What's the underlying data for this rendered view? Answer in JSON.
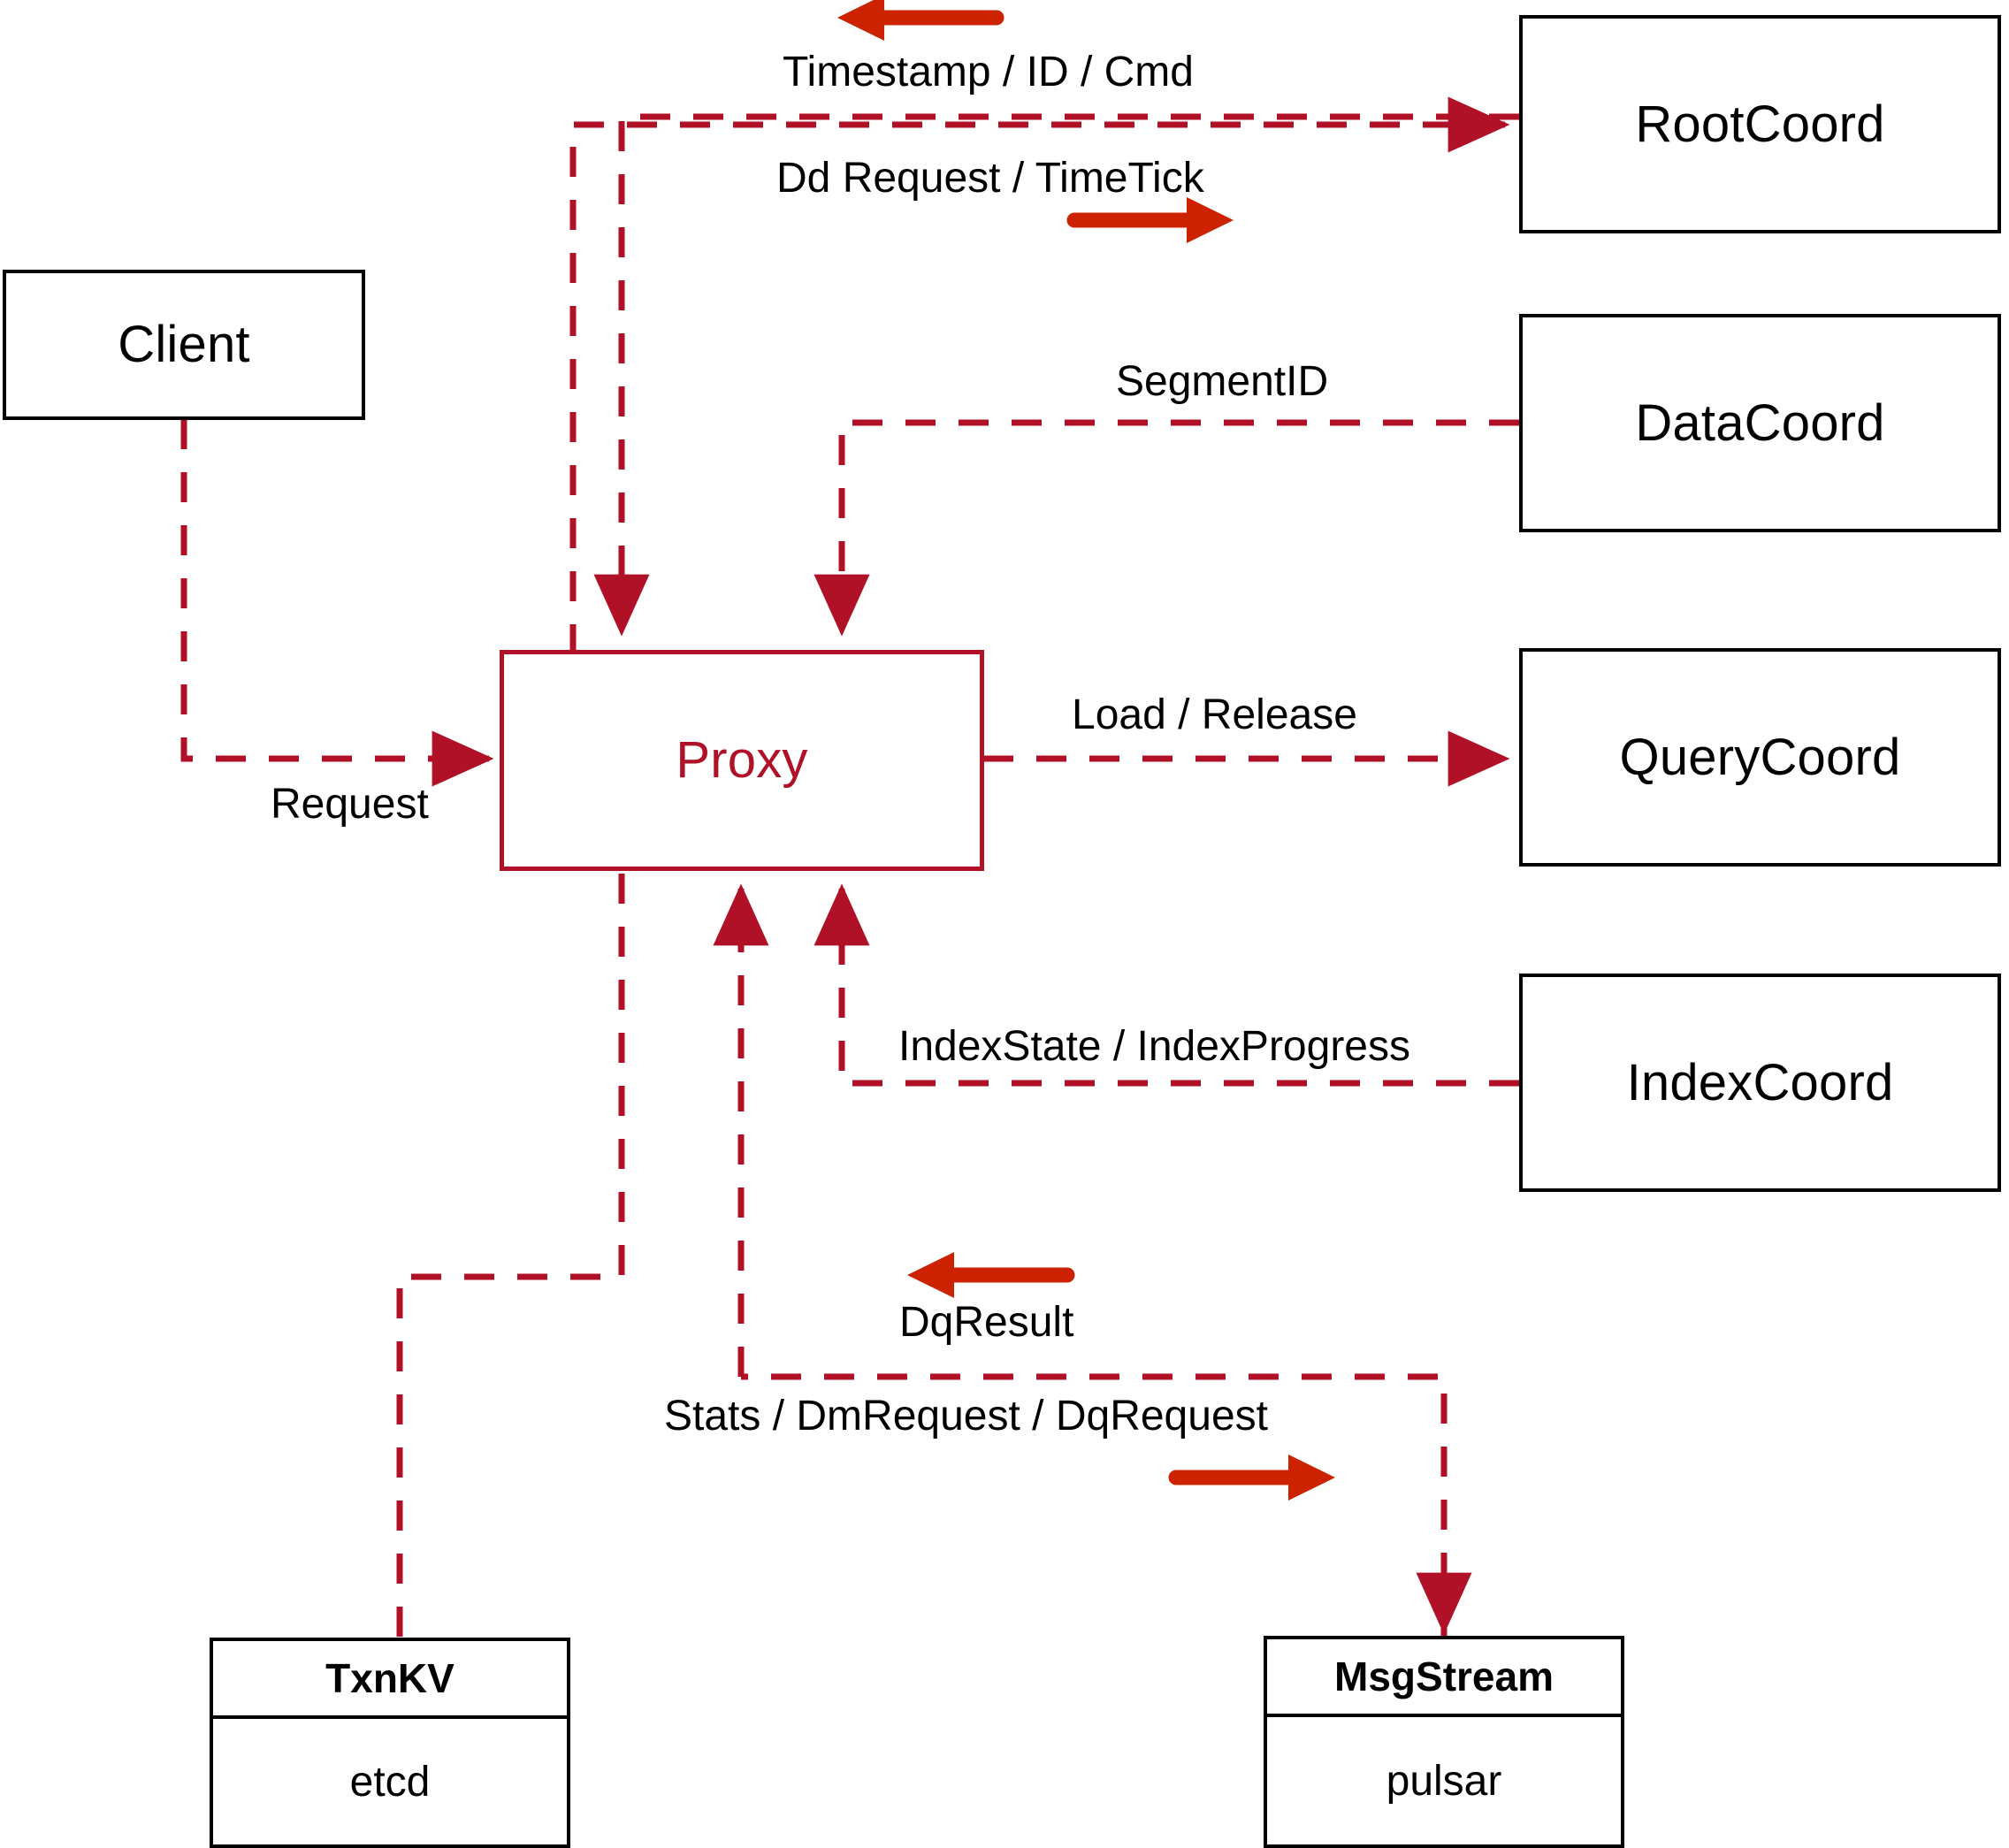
{
  "diagram": {
    "title": "Proxy component interaction diagram",
    "colors": {
      "accent_red": "#b01126",
      "arrow_red": "#cc2200",
      "node_black": "#000000",
      "background": "#ffffff"
    },
    "nodes": [
      {
        "id": "client",
        "label": "Client",
        "style": "black"
      },
      {
        "id": "proxy",
        "label": "Proxy",
        "style": "red"
      },
      {
        "id": "rootcoord",
        "label": "RootCoord",
        "style": "black"
      },
      {
        "id": "datacoord",
        "label": "DataCoord",
        "style": "black"
      },
      {
        "id": "querycoord",
        "label": "QueryCoord",
        "style": "black"
      },
      {
        "id": "indexcoord",
        "label": "IndexCoord",
        "style": "black"
      }
    ],
    "stack_nodes": [
      {
        "id": "txnkv",
        "header": "TxnKV",
        "body": "etcd"
      },
      {
        "id": "msgstream",
        "header": "MsgStream",
        "body": "pulsar"
      }
    ],
    "edge_labels": [
      {
        "id": "timestamp-id-cmd",
        "text": "Timestamp / ID / Cmd"
      },
      {
        "id": "dd-request-timetick",
        "text": "Dd Request / TimeTick"
      },
      {
        "id": "segmentid",
        "text": "SegmentID"
      },
      {
        "id": "request",
        "text": "Request"
      },
      {
        "id": "load-release",
        "text": "Load / Release"
      },
      {
        "id": "indexstate-indexprogress",
        "text": "IndexState / IndexProgress"
      },
      {
        "id": "dqresult",
        "text": "DqResult"
      },
      {
        "id": "stats-dmrequest-dqrequest",
        "text": "Stats / DmRequest / DqRequest"
      }
    ],
    "direction_arrows": [
      {
        "id": "timestamp-direction",
        "points": "left"
      },
      {
        "id": "dd-request-direction",
        "points": "right"
      },
      {
        "id": "dqresult-direction",
        "points": "left"
      },
      {
        "id": "stats-direction",
        "points": "right"
      }
    ]
  }
}
